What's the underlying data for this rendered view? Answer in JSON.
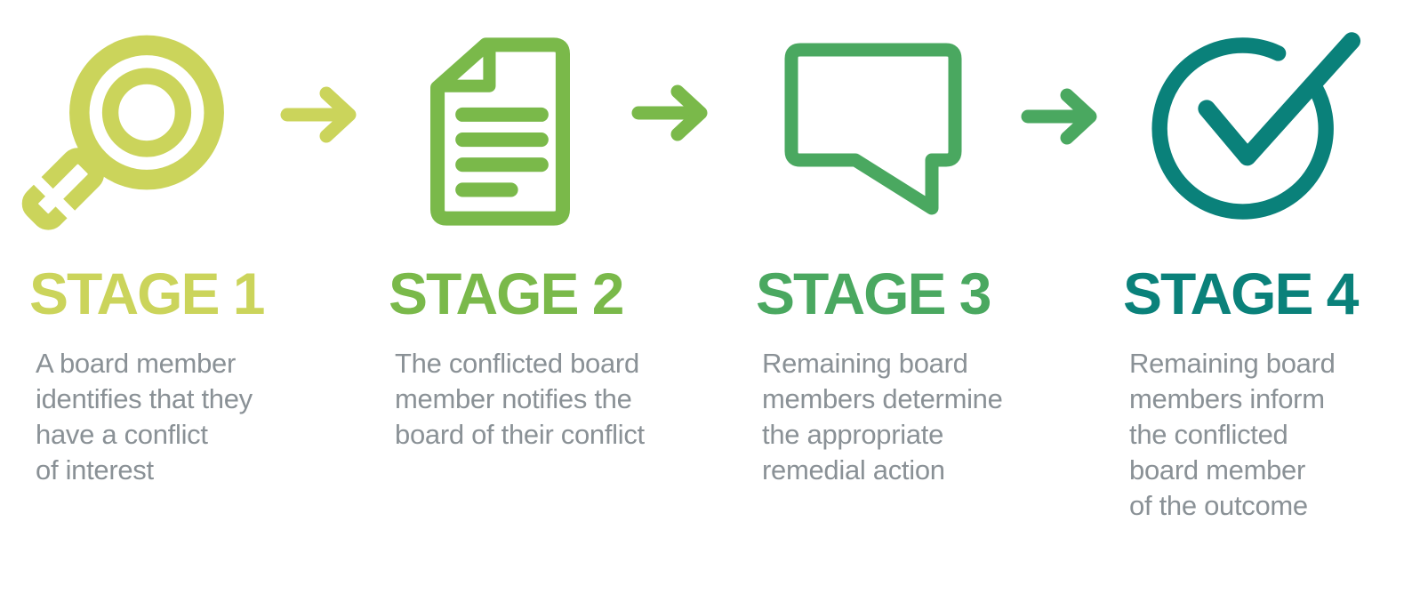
{
  "page": {
    "background": "#ffffff",
    "text_color": "#8a9196"
  },
  "stages": [
    {
      "title": "STAGE 1",
      "description": "A board member\nidentifies that they\nhave a conflict\nof interest",
      "color": "#cbd45b",
      "icon": "magnifier-icon"
    },
    {
      "title": "STAGE 2",
      "description": "The conflicted board\nmember notifies the\nboard of their conflict",
      "color": "#7ab94a",
      "icon": "document-icon"
    },
    {
      "title": "STAGE 3",
      "description": "Remaining board\nmembers determine\nthe appropriate\nremedial action",
      "color": "#4aa860",
      "icon": "speech-bubble-icon"
    },
    {
      "title": "STAGE 4",
      "description": "Remaining board\nmembers inform\nthe conflicted\nboard member\nof the outcome",
      "color": "#0a817a",
      "icon": "check-circle-icon"
    }
  ],
  "arrows": [
    {
      "color": "#cbd45b"
    },
    {
      "color": "#7ab94a"
    },
    {
      "color": "#4aa860"
    }
  ]
}
